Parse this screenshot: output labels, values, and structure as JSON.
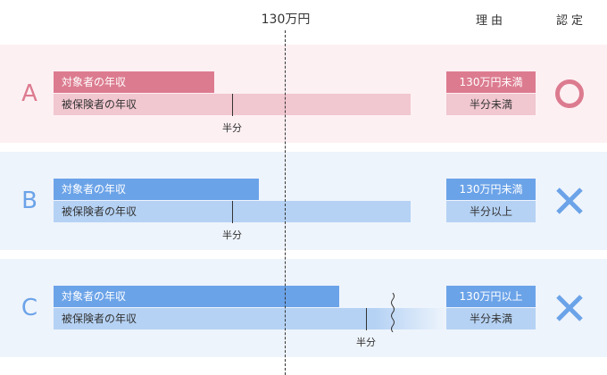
{
  "header": {
    "threshold": "130万円",
    "reason": "理由",
    "verdict": "認定"
  },
  "colors": {
    "a_bg": "#fdf0f3",
    "a_dark": "#dc7b8f",
    "a_light": "#f1c7d0",
    "b_bg": "#eef4fc",
    "b_dark": "#6ba3e8",
    "b_light": "#b5d2f4"
  },
  "rows": [
    {
      "label": "A",
      "subject_bar": "対象者の年収",
      "insured_bar": "被保険者の年収",
      "half": "半分",
      "reason_top": "130万円未満",
      "reason_bottom": "半分未満",
      "verdict": "circle"
    },
    {
      "label": "B",
      "subject_bar": "対象者の年収",
      "insured_bar": "被保険者の年収",
      "half": "半分",
      "reason_top": "130万円未満",
      "reason_bottom": "半分以上",
      "verdict": "cross"
    },
    {
      "label": "C",
      "subject_bar": "対象者の年収",
      "insured_bar": "被保険者の年収",
      "half": "半分",
      "reason_top": "130万円以上",
      "reason_bottom": "半分未満",
      "verdict": "cross"
    }
  ]
}
